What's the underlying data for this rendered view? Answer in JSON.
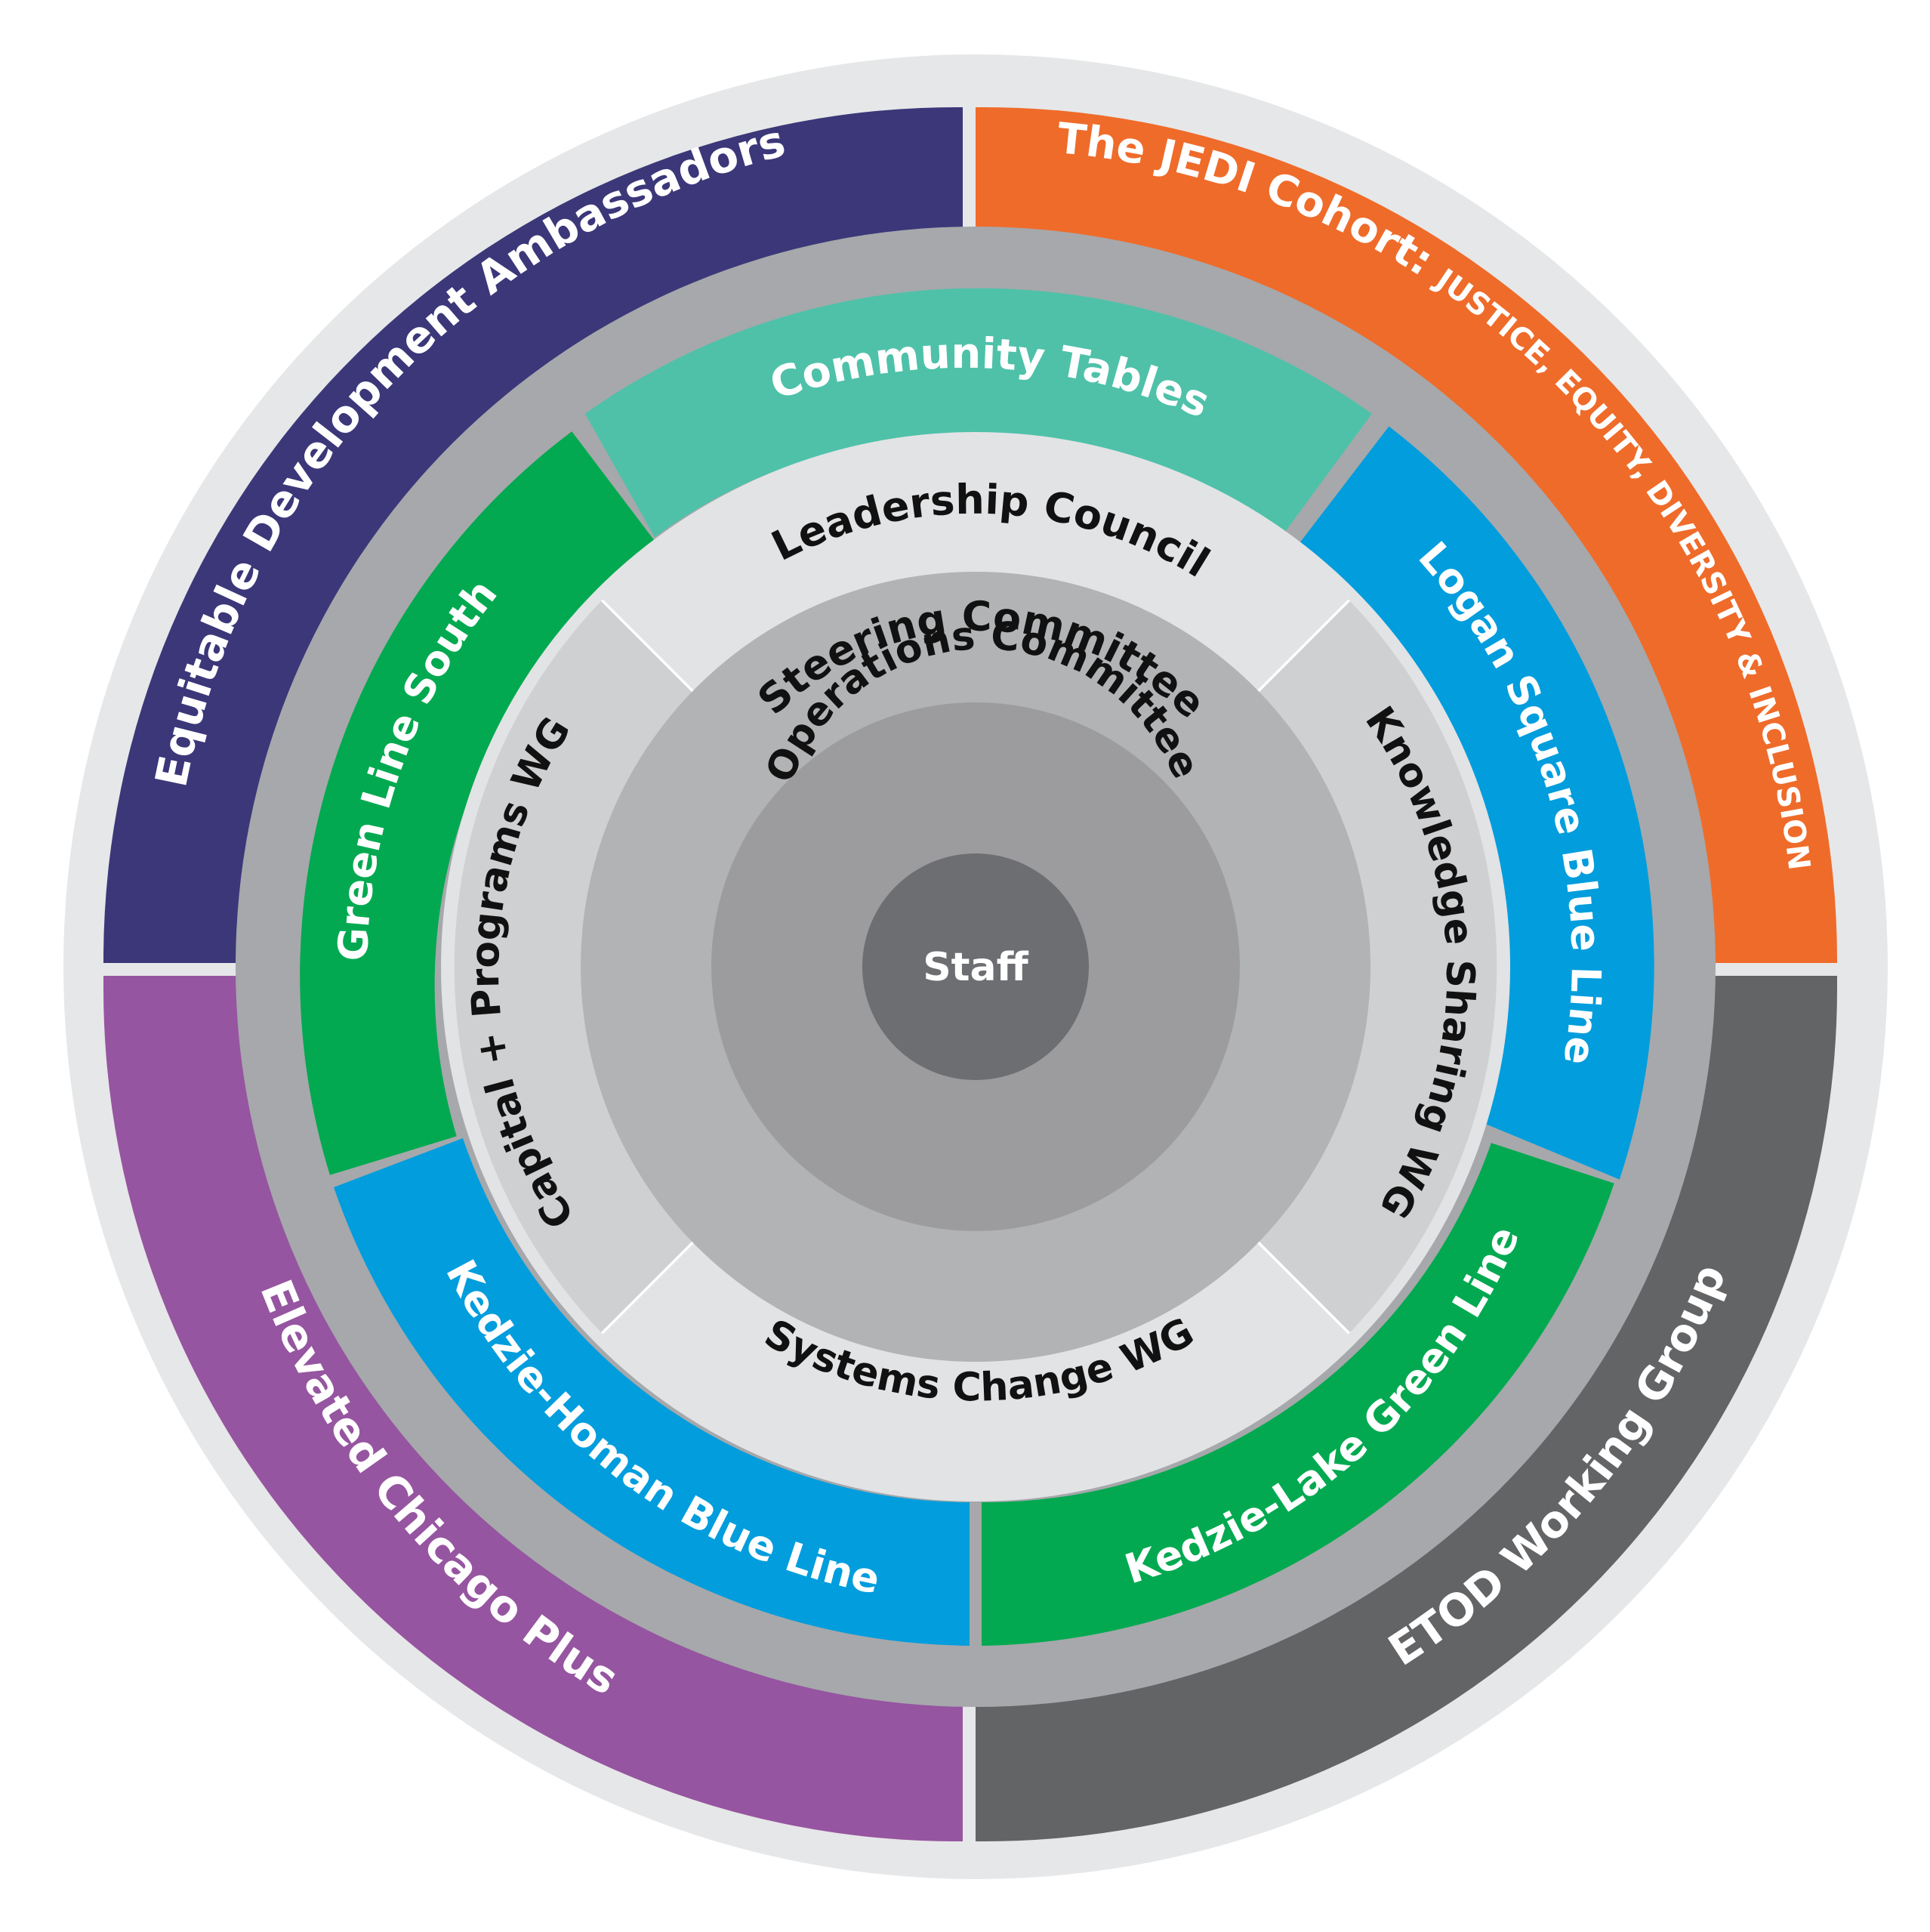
{
  "colors": {
    "outer_ring": "#e6e7e8",
    "mid_ring": "#a6a8ab",
    "purple_dark": "#3b3779",
    "orange": "#ef6b2a",
    "purple_light": "#9655a0",
    "gray_dark": "#636466",
    "teal": "#4fc1a9",
    "green": "#02a950",
    "blue": "#019ddd",
    "working_groups_ring": "#e2e3e5",
    "steering_ring": "#b1b3b5",
    "operations_ring": "#9c9c9e",
    "staff_core": "#6d6e71",
    "white_text": "#ffffff",
    "black_text": "#111111"
  },
  "outer": {
    "equitable": "Equitable Development Ambassadors",
    "jedi_main": "The JEDI Cohort: ",
    "jedi_sub": "JUSTICE, EQUITY, DIVERSITY & INCLUSION",
    "elevated": "Elevated Chicago Plus",
    "etod": "ETOD Working Group"
  },
  "community": {
    "tables": "Community Tables",
    "green_line_south": "Green Line South",
    "logan_square": "Logan Square Blue Line",
    "kedzie_homan": "Kedzie-Homan Blue Line",
    "kedzie_lake": "Kedzie-Lake Green Line"
  },
  "groups": {
    "leadership": "Leadership Council",
    "capital": "Capital + Programs WG",
    "knowledge": "Knowledge Sharing WG",
    "systems": "Systems Change WG"
  },
  "core": {
    "steering": "Steering Committee",
    "operations": "Operations Committee",
    "staff": "Staff"
  }
}
